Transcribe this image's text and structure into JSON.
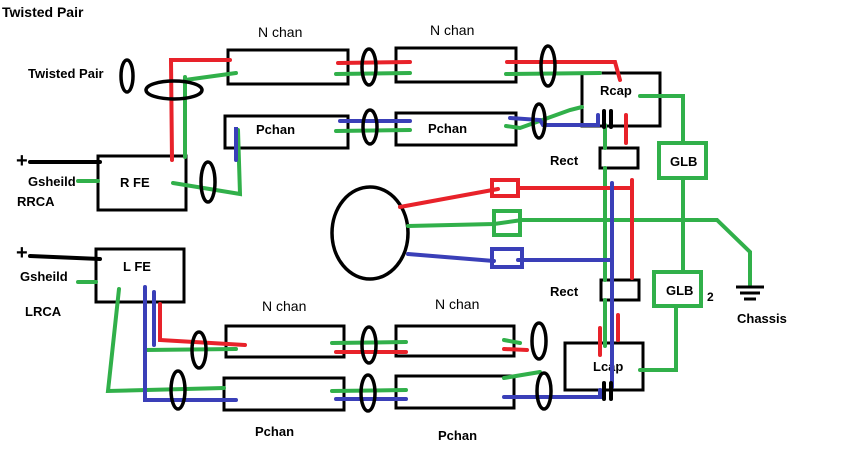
{
  "labels": {
    "title": "Twisted Pair",
    "twisted_pair": "Twisted Pair",
    "nchan_top_1": "N chan",
    "nchan_top_2": "N chan",
    "pchan_top_1": "Pchan",
    "pchan_top_2": "Pchan",
    "rcap": "Rcap",
    "rect_top": "Rect",
    "glb_top": "GLB",
    "plus_top": "+",
    "gsheild_top": "Gsheild",
    "rfe": "R FE",
    "rrca": "RRCA",
    "plus_bottom": "+",
    "lfe": "L FE",
    "gsheild_bottom": "Gsheild",
    "lrca": "LRCA",
    "rect_bottom": "Rect",
    "glb_bottom": "GLB",
    "glb_suffix": "2",
    "chassis": "Chassis",
    "nchan_bot_1": "N chan",
    "nchan_bot_2": "N chan",
    "lcap": "Lcap",
    "pchan_bot_1": "Pchan",
    "pchan_bot_2": "Pchan"
  },
  "colors": {
    "positive_wire": "#e8222a",
    "ground_wire": "#31b04a",
    "negative_wire": "#3a3fb8",
    "outline": "#000000"
  },
  "icons": {
    "transformer": "large-circle-icon",
    "twist_marker": "ellipse-icon",
    "ground_symbol": "chassis-ground-icon"
  }
}
